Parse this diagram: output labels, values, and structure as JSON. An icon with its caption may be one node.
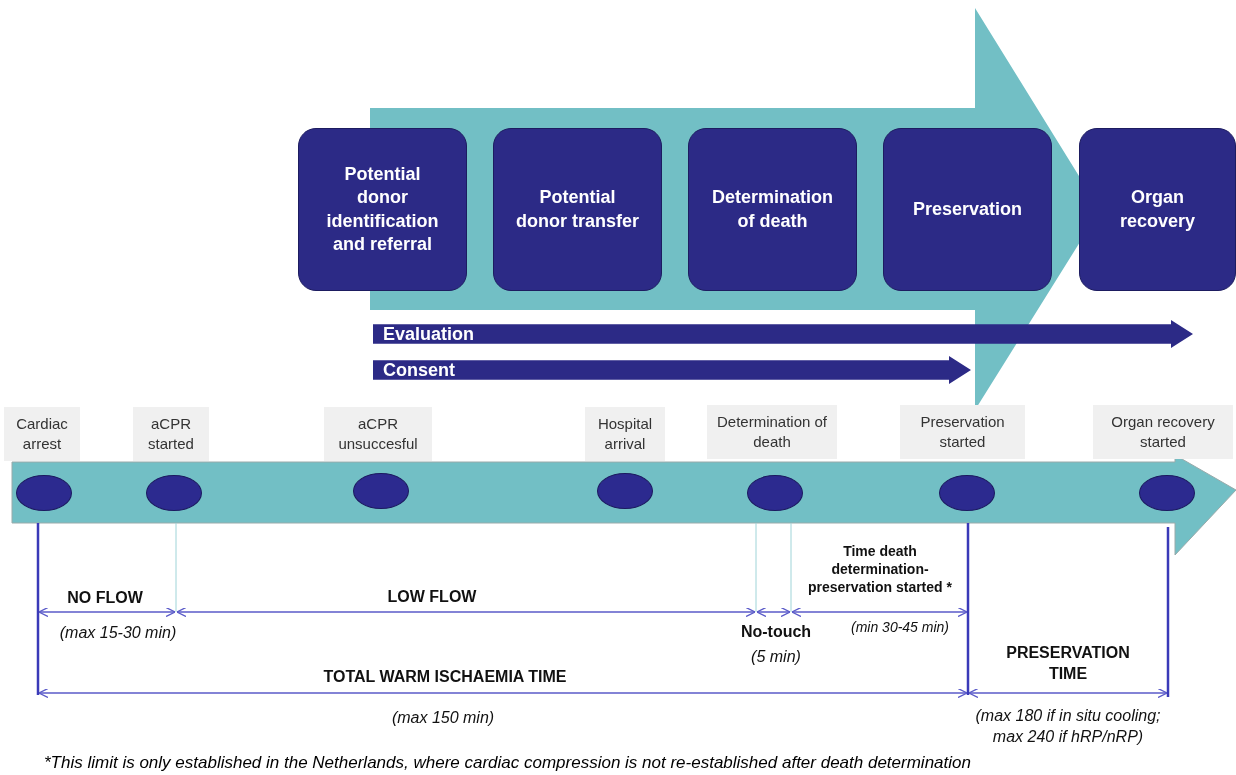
{
  "diagram": {
    "nodes": [
      {
        "text": [
          "Potential donor identification and referral"
        ]
      },
      {
        "text": [
          "Potential donor transfer"
        ]
      },
      {
        "text": [
          "Determination of death"
        ]
      },
      {
        "text": [
          "Preservation"
        ]
      },
      {
        "text": [
          "Organ recovery"
        ]
      },
      {
        "text": [
          "Evaluation"
        ]
      },
      {
        "text": [
          "Consent"
        ]
      },
      {
        "text": [
          "Cardiac arrest"
        ]
      },
      {
        "text": [
          "aCPR started"
        ]
      },
      {
        "text": [
          "aCPR unsuccesful"
        ]
      },
      {
        "text": [
          "Hospital arrival"
        ]
      },
      {
        "text": [
          "Determination of death"
        ]
      },
      {
        "text": [
          "Preservation started"
        ]
      },
      {
        "text": [
          "Organ recovery started"
        ]
      },
      {
        "text": [],
        "shape": "circle"
      },
      {
        "text": [],
        "shape": "circle"
      },
      {
        "text": [],
        "shape": "circle"
      },
      {
        "text": [],
        "shape": "circle"
      },
      {
        "text": [],
        "shape": "circle"
      },
      {
        "text": [],
        "shape": "circle"
      },
      {
        "text": [],
        "shape": "circle"
      }
    ],
    "edges": [
      {
        "from": 0,
        "to": 4,
        "arrow": "to",
        "style": "thick"
      }
    ],
    "labels": [
      "NO FLOW",
      "LOW FLOW",
      "Time death determination-preservation started *",
      "(max 15-30 min)",
      "No-touch",
      "(min 30-45 min)",
      "(5 min)",
      "PRESERVATION TIME",
      "TOTAL WARM ISCHAEMIA TIME",
      "(max 150 min)",
      "(max 180 if in situ cooling; max 240 if hRP/nRP)"
    ],
    "caption": "*This limit is only established in the Netherlands, where cardiac compression is not re-established after death determination"
  }
}
